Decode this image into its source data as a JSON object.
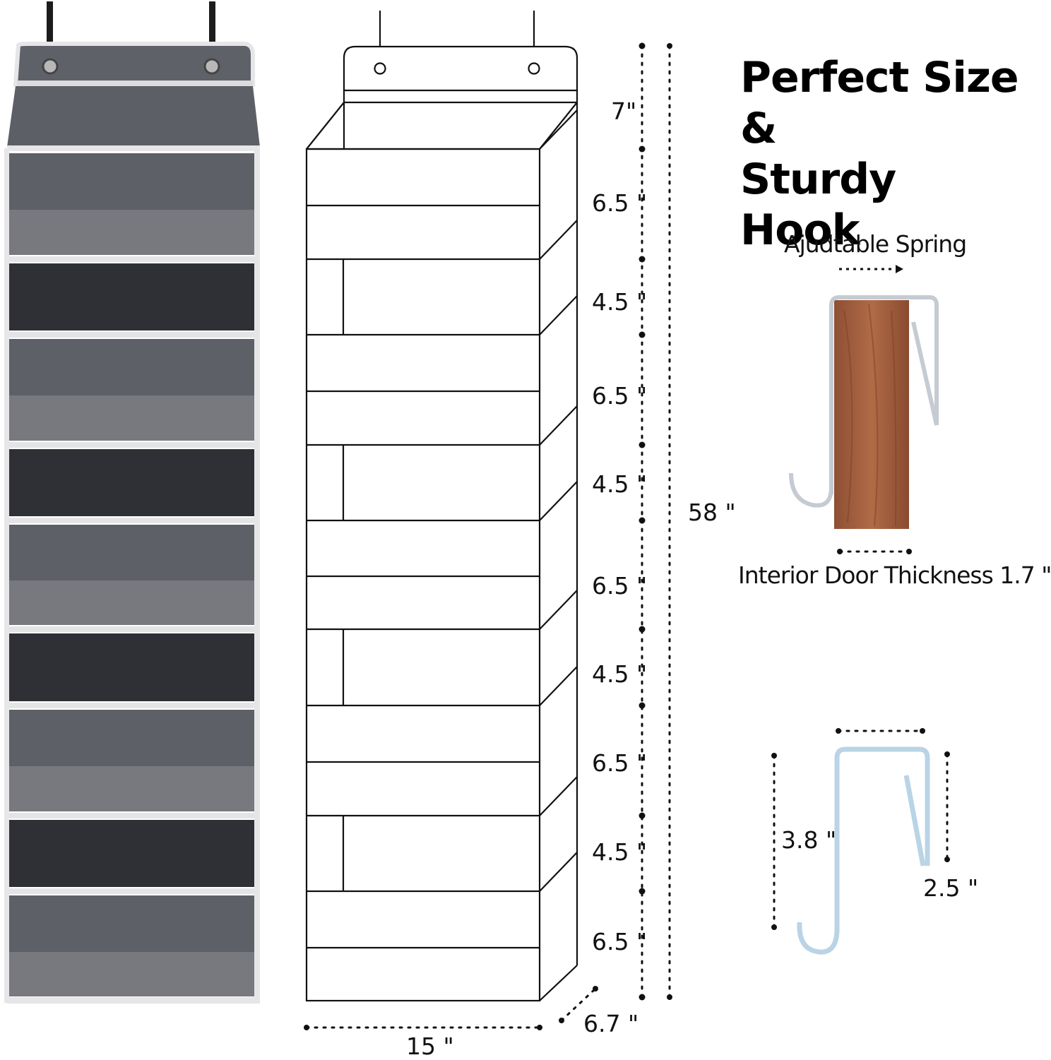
{
  "title_line1": "Perfect Size &",
  "title_line2": "Sturdy Hook",
  "spring_label": "Ajudtable Spring",
  "door_thickness_label": "Interior Door Thickness 1.7 \"",
  "segment_heights": [
    "7\"",
    "6.5 \"",
    "4.5 \"",
    "6.5 \"",
    "4.5 \"",
    "6.5 \"",
    "4.5 \"",
    "6.5 \"",
    "4.5 \"",
    "6.5 \""
  ],
  "total_height": "58 \"",
  "width": "15 \"",
  "depth": "6.7 \"",
  "hook_height": "3.8 \"",
  "hook_inner_height": "2.5 \"",
  "colors": {
    "fabric_dark": "#5e6067",
    "fabric_light": "#77797f",
    "pocket_inside": "#2f3035",
    "trim": "#e4e4e6",
    "wood": "#9c5a3a",
    "metal": "#c9d2da"
  }
}
